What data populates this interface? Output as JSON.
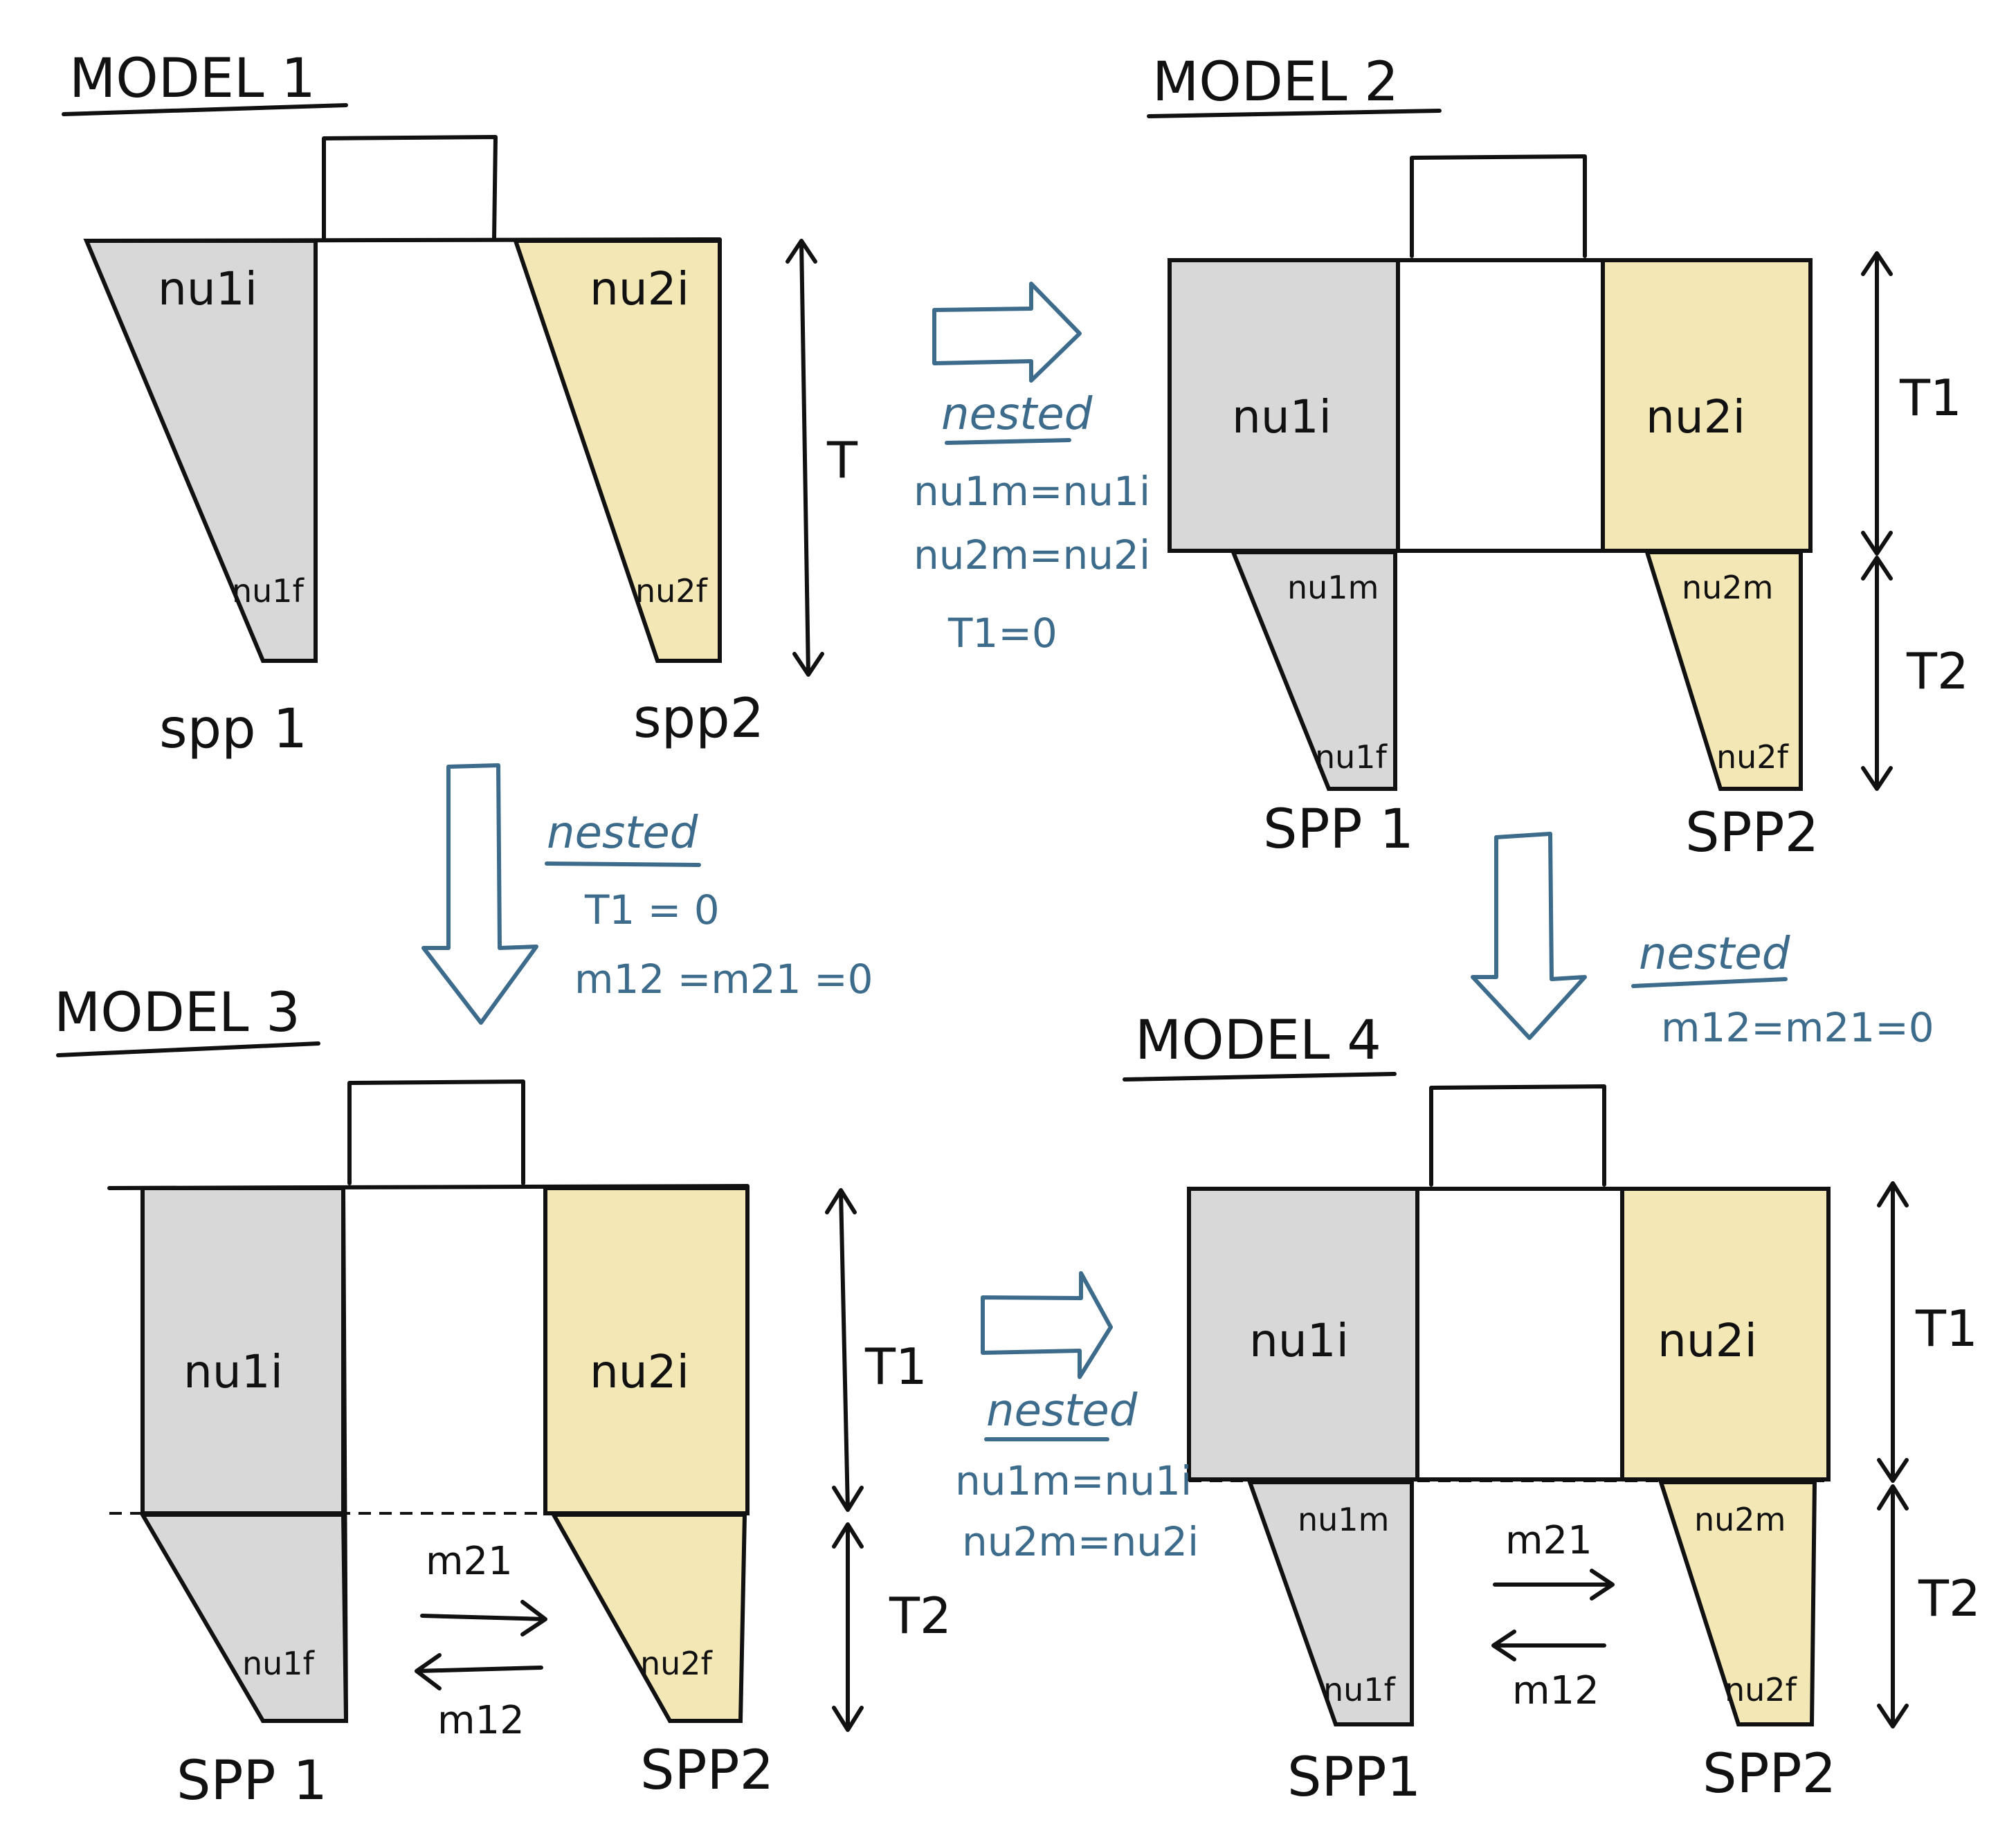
{
  "colors": {
    "spp1_fill": "#d8d8d8",
    "spp2_fill": "#f3e8b5",
    "ink": "#111111",
    "blue_ink": "#3d6b8c"
  },
  "models": {
    "m1": {
      "title": "MODEL 1",
      "pop1_top": "nu1i",
      "pop1_bottom": "nu1f",
      "pop2_top": "nu2i",
      "pop2_bottom": "nu2f",
      "time": "T",
      "spp1": "spp 1",
      "spp2": "spp2"
    },
    "m2": {
      "title": "MODEL 2",
      "pop1_top": "nu1i",
      "pop1_mid": "nu1m",
      "pop1_bottom": "nu1f",
      "pop2_top": "nu2i",
      "pop2_mid": "nu2m",
      "pop2_bottom": "nu2f",
      "time1": "T1",
      "time2": "T2",
      "spp1": "SPP 1",
      "spp2": "SPP2"
    },
    "m3": {
      "title": "MODEL 3",
      "pop1_top": "nu1i",
      "pop1_bottom": "nu1f",
      "pop2_top": "nu2i",
      "pop2_bottom": "nu2f",
      "time1": "T1",
      "time2": "T2",
      "mig21": "m21",
      "mig12": "m12",
      "spp1": "SPP 1",
      "spp2": "SPP2"
    },
    "m4": {
      "title": "MODEL 4",
      "pop1_top": "nu1i",
      "pop1_mid": "nu1m",
      "pop1_bottom": "nu1f",
      "pop2_top": "nu2i",
      "pop2_mid": "nu2m",
      "pop2_bottom": "nu2f",
      "time1": "T1",
      "time2": "T2",
      "mig21": "m21",
      "mig12": "m12",
      "spp1": "SPP1",
      "spp2": "SPP2"
    }
  },
  "arrows": {
    "m1_to_m2": {
      "label": "nested",
      "conditions": [
        "nu1m=nu1i",
        "nu2m=nu2i",
        "T1=0"
      ]
    },
    "m1_to_m3": {
      "label": "nested",
      "conditions": [
        "T1 = 0",
        "m12 =m21 =0"
      ]
    },
    "m2_to_m4": {
      "label": "nested",
      "conditions": [
        "m12=m21=0"
      ]
    },
    "m3_to_m4": {
      "label": "nested",
      "conditions": [
        "nu1m=nu1i",
        "nu2m=nu2i"
      ]
    }
  }
}
